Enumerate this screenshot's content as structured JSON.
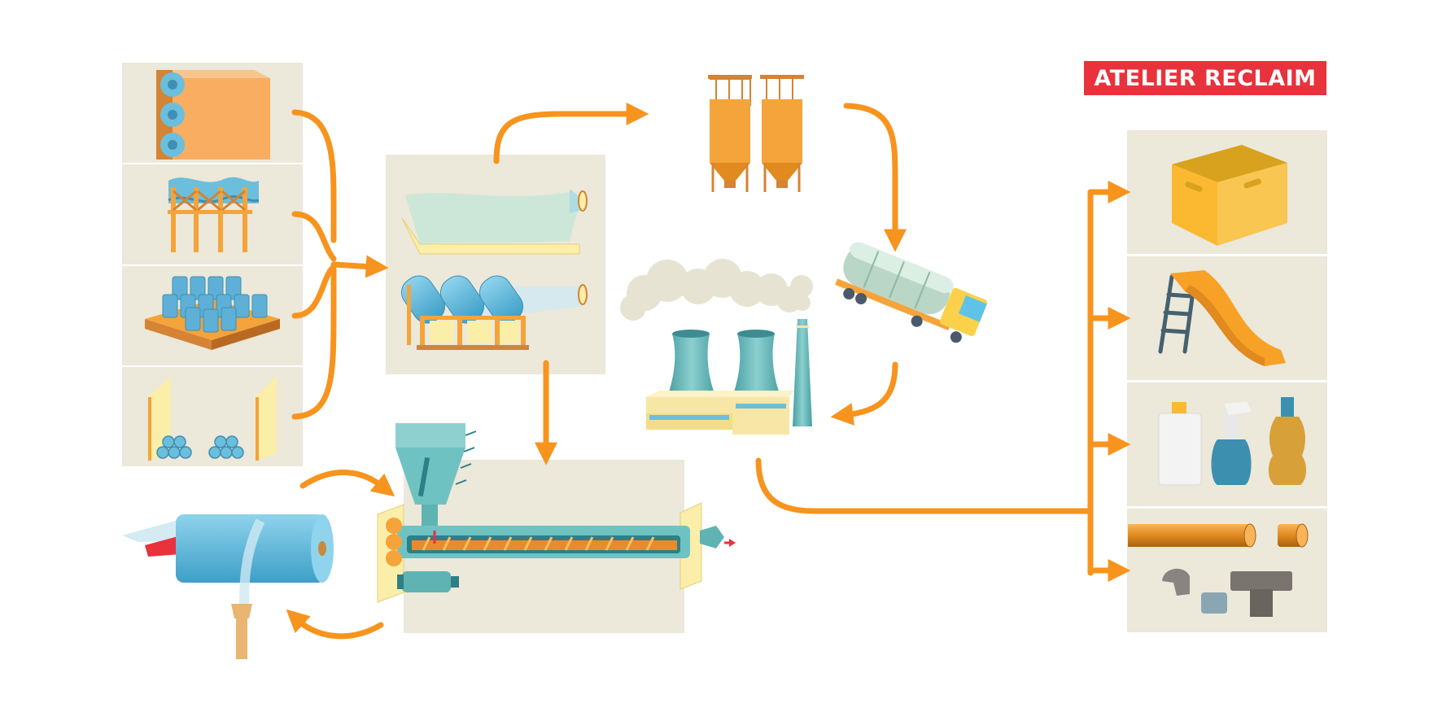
{
  "brand": {
    "name": "ATELIER RECLAIM"
  },
  "colors": {
    "accent_orange": "#f7941d",
    "panel_beige": "#ece8da",
    "plastic_blue": "#6bbfdc",
    "machine_teal": "#5fb3b3",
    "brand_red": "#e8323c",
    "crate_yellow": "#fbb931"
  },
  "stages": [
    {
      "id": "inputs",
      "icons": [
        "fabric-rolls-icon",
        "sheet-pallet-rack-icon",
        "roll-pallet-icon",
        "tube-crate-icon"
      ]
    },
    {
      "id": "sorting",
      "icons": [
        "film-sheet-icon",
        "film-rolls-rack-icon"
      ]
    },
    {
      "id": "storage",
      "icons": [
        "silo-icon",
        "silo-icon"
      ]
    },
    {
      "id": "transport",
      "icons": [
        "tanker-truck-icon"
      ]
    },
    {
      "id": "power-plant",
      "icons": [
        "cooling-tower-icon",
        "smokestack-icon"
      ]
    },
    {
      "id": "extrusion",
      "icons": [
        "extruder-icon",
        "hopper-icon",
        "motor-icon"
      ]
    },
    {
      "id": "film-blowing",
      "icons": [
        "film-roll-icon"
      ]
    },
    {
      "id": "products",
      "icons": [
        "crate-icon",
        "slide-icon",
        "bottles-icon",
        "pipes-icon"
      ]
    }
  ]
}
